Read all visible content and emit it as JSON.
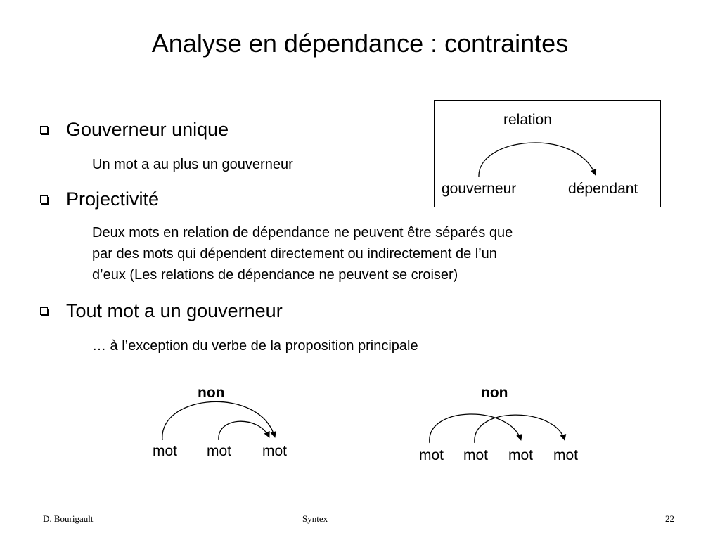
{
  "title": "Analyse en dépendance : contraintes",
  "bullets": [
    {
      "heading": "Gouverneur unique",
      "detail": [
        "Un mot a au plus un gouverneur"
      ]
    },
    {
      "heading": "Projectivité",
      "detail": [
        "Deux mots en relation de dépendance ne peuvent être séparés que",
        "par des mots qui dépendent directement ou indirectement de l’un",
        "d’eux (Les relations de dépendance ne peuvent se croiser)"
      ]
    },
    {
      "heading": "Tout mot a un gouverneur",
      "detail": [
        "… à l’exception du verbe de la proposition principale"
      ]
    }
  ],
  "legend": {
    "relation": "relation",
    "governor": "gouverneur",
    "dependent": "dépendant"
  },
  "examples": [
    {
      "label": "non",
      "words": [
        "mot",
        "mot",
        "mot"
      ]
    },
    {
      "label": "non",
      "words": [
        "mot",
        "mot",
        "mot",
        "mot"
      ]
    }
  ],
  "footer": {
    "author": "D. Bourigault",
    "center": "Syntex",
    "page": "22"
  }
}
